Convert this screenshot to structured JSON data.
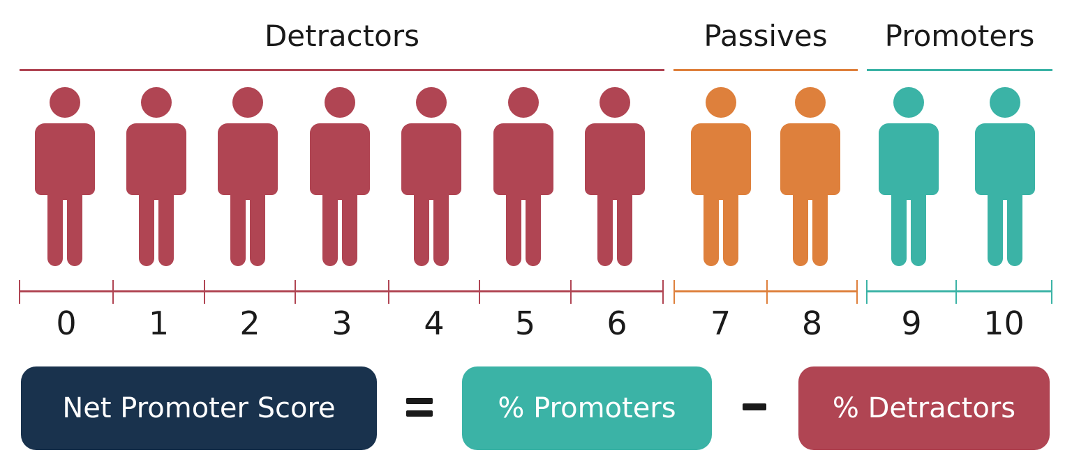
{
  "colors": {
    "detractor": "#b04553",
    "passive": "#de803c",
    "promoter": "#3bb3a6",
    "navy": "#19324d",
    "text": "#1a1a1a"
  },
  "groups": [
    {
      "key": "detractor",
      "label": "Detractors",
      "scores": [
        "0",
        "1",
        "2",
        "3",
        "4",
        "5",
        "6"
      ]
    },
    {
      "key": "passive",
      "label": "Passives",
      "scores": [
        "7",
        "8"
      ]
    },
    {
      "key": "promoter",
      "label": "Promoters",
      "scores": [
        "9",
        "10"
      ]
    }
  ],
  "people_icon": "person-icon",
  "formula": {
    "nps_label": "Net Promoter Score",
    "promoters_label": "% Promoters",
    "detractors_label": "% Detractors",
    "equals_icon": "equals-icon",
    "minus_icon": "minus-icon"
  }
}
